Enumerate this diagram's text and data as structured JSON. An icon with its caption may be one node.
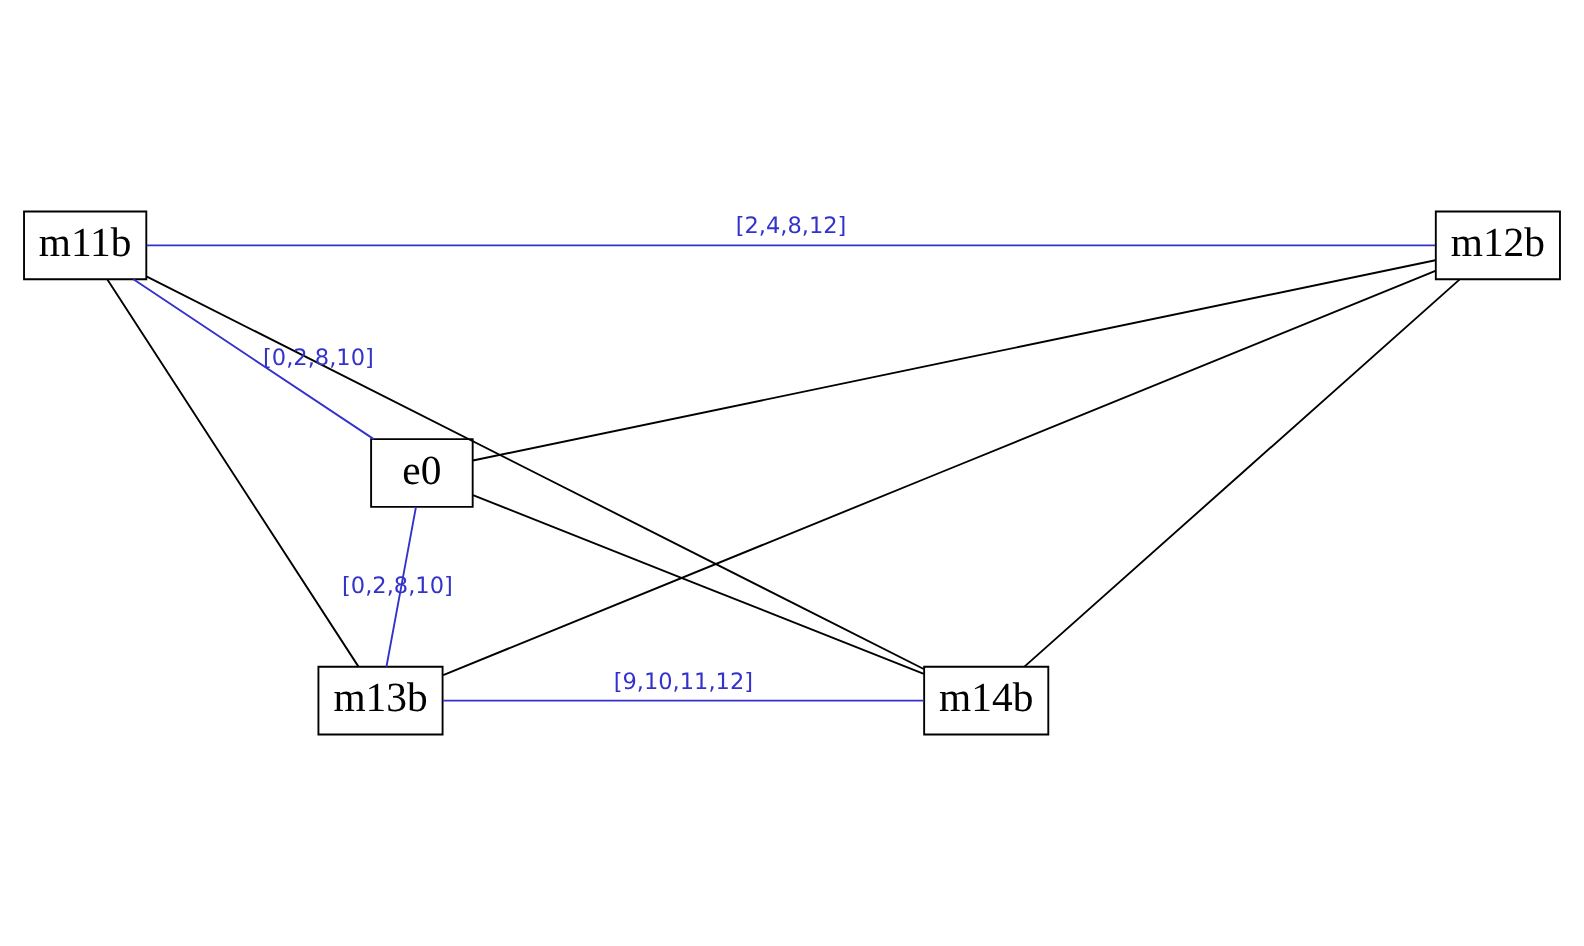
{
  "diagram": {
    "nodes": [
      {
        "text": [
          "m11b"
        ]
      },
      {
        "text": [
          "m12b"
        ]
      },
      {
        "text": [
          "e0"
        ]
      },
      {
        "text": [
          "m13b"
        ]
      },
      {
        "text": [
          "m14b"
        ]
      }
    ],
    "edges": [
      {
        "from": 0,
        "to": 1,
        "arrow": "none",
        "label": "[2,4,8,12]",
        "color": "#3333cc"
      },
      {
        "from": 2,
        "to": 0,
        "arrow": "none",
        "label": "[0,2,8,10]",
        "color": "#3333cc"
      },
      {
        "from": 2,
        "to": 1,
        "arrow": "none"
      },
      {
        "from": 2,
        "to": 3,
        "arrow": "none",
        "label": "[0,2,8,10]",
        "color": "#3333cc"
      },
      {
        "from": 2,
        "to": 4,
        "arrow": "none"
      },
      {
        "from": 0,
        "to": 3,
        "arrow": "none"
      },
      {
        "from": 0,
        "to": 4,
        "arrow": "none"
      },
      {
        "from": 1,
        "to": 3,
        "arrow": "none"
      },
      {
        "from": 1,
        "to": 4,
        "arrow": "none"
      },
      {
        "from": 3,
        "to": 4,
        "arrow": "none",
        "label": "[9,10,11,12]",
        "color": "#3333cc"
      }
    ]
  }
}
